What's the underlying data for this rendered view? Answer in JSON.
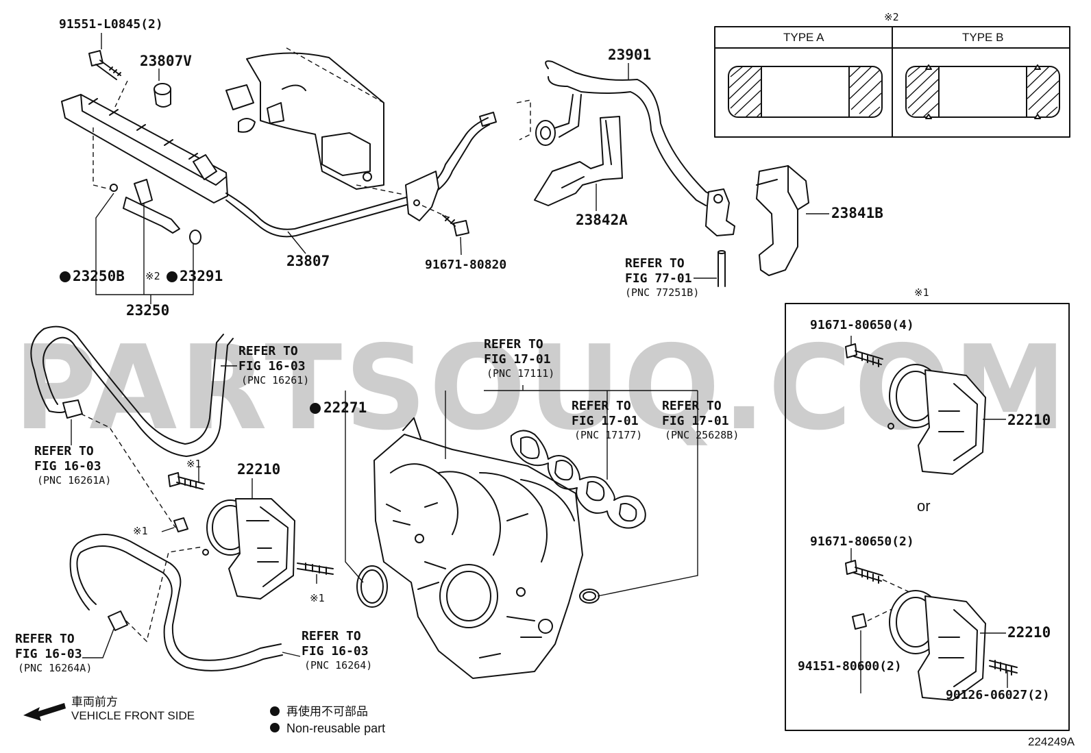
{
  "parts": {
    "p91551": "91551-L0845(2)",
    "p23807V": "23807V",
    "p23807": "23807",
    "p23250B": "23250B",
    "p23291": "23291",
    "p23250": "23250",
    "p91671_80820": "91671-80820",
    "p23901": "23901",
    "p23842A": "23842A",
    "p23841B": "23841B",
    "p22271": "22271",
    "p22210_main": "22210",
    "p22210_boxA": "22210",
    "p22210_boxB": "22210",
    "p91671_80650_4": "91671-80650(4)",
    "p91671_80650_2": "91671-80650(2)",
    "p94151": "94151-80600(2)",
    "p90126": "90126-06027(2)"
  },
  "marks": {
    "note1": "※1",
    "note2": "※2",
    "bullet": "●"
  },
  "refs": {
    "refer_to": "REFER TO",
    "fig_77_01": "FIG 77-01",
    "pnc_77251B": "(PNC 77251B)",
    "fig_16_03": "FIG 16-03",
    "pnc_16261": "(PNC 16261)",
    "pnc_16261A": "(PNC 16261A)",
    "pnc_16264A": "(PNC 16264A)",
    "pnc_16264": "(PNC 16264)",
    "fig_17_01": "FIG 17-01",
    "pnc_17111": "(PNC 17111)",
    "pnc_17177": "(PNC 17177)",
    "pnc_25628B": "(PNC 25628B)"
  },
  "type_table": {
    "type_a": "TYPE A",
    "type_b": "TYPE B"
  },
  "box1": {
    "or_text": "or"
  },
  "legend": {
    "front_jp": "車両前方",
    "front_en": "VEHICLE FRONT SIDE",
    "nonreuse_jp": "再使用不可部品",
    "nonreuse_en": "Non-reusable part"
  },
  "watermark": "PARTSOUQ.COM",
  "figure_id": "224249A"
}
